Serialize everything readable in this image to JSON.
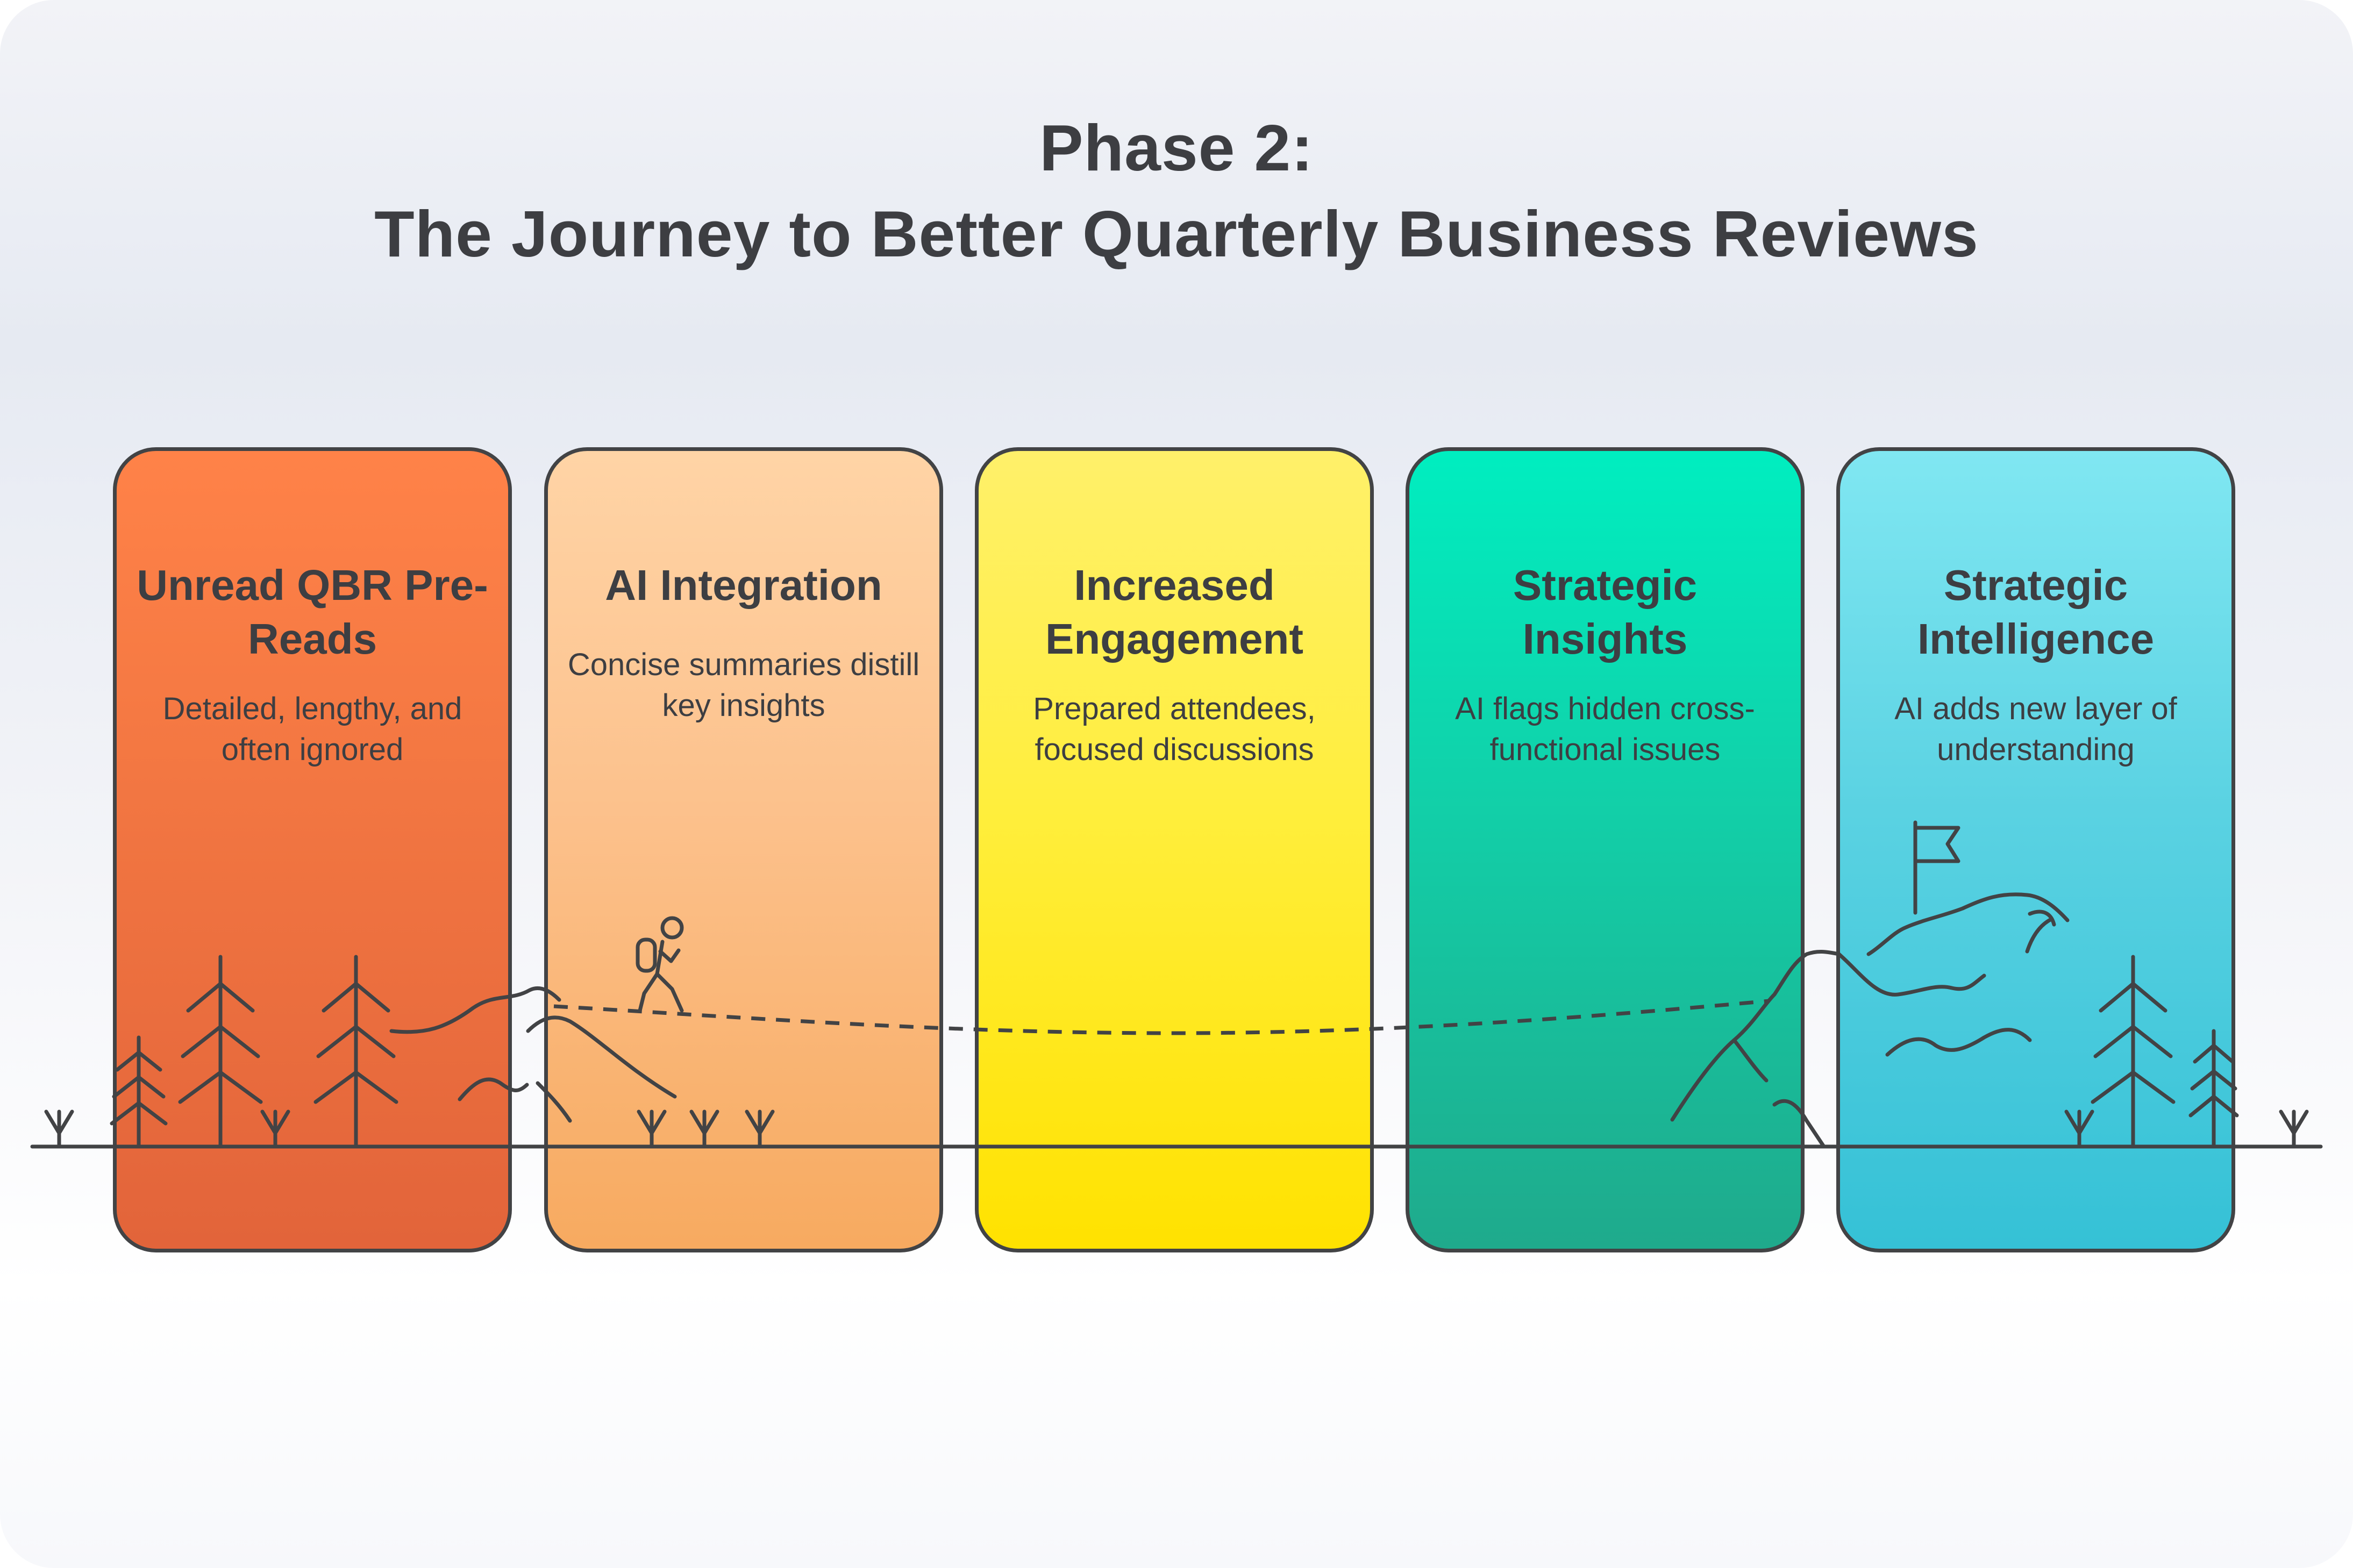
{
  "header": {
    "title_line1": "Phase 2:",
    "title_line2": "The Journey to Better Quarterly Business Reviews"
  },
  "stages": [
    {
      "title": "Unread QBR Pre-Reads",
      "description": "Detailed, lengthy, and often ignored",
      "color": "#f37742"
    },
    {
      "title": "AI Integration",
      "description": "Concise summaries distill key insights",
      "color": "#fcc18c"
    },
    {
      "title": "Increased Engagement",
      "description": "Prepared attendees, focused discussions",
      "color": "#ffee3c"
    },
    {
      "title": "Strategic Insights",
      "description": "AI flags hidden cross-functional issues",
      "color": "#12cfa8"
    },
    {
      "title": "Strategic Intelligence",
      "description": "AI adds new layer of understanding",
      "color": "#5ad2e2"
    }
  ],
  "illustration": {
    "icons": [
      "pine-tree-icon",
      "grass-sprout-icon",
      "hiker-icon",
      "hill-icon",
      "mountain-icon",
      "flag-icon",
      "dashed-trail"
    ]
  }
}
